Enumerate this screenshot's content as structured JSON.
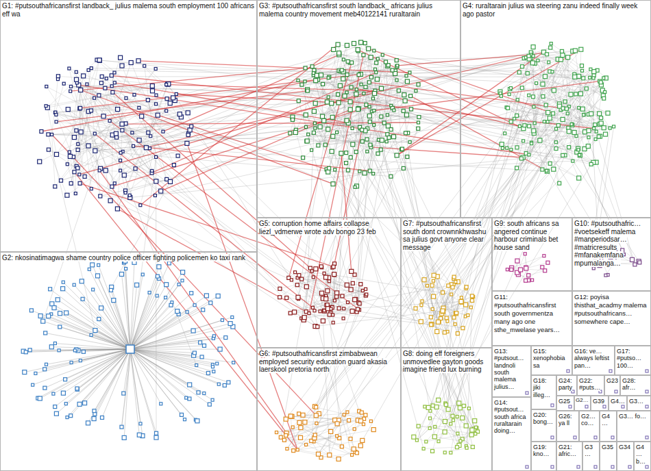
{
  "diagram": {
    "nodes": [
      {
        "text": [
          "G1: #putsouthafricansfirst landback_ julius malema south employment 100 africans eff wa"
        ]
      },
      {
        "text": [
          "G3: #putsouthafricansfirst south landback_ africans julius malema country movement meb40122141 ruraltarain"
        ]
      },
      {
        "text": [
          "G4: ruraltarain julius wa steering zanu indeed finally week ago pastor"
        ]
      },
      {
        "text": [
          "G2: nkosinatimagwa shame country police officer fighting policemen ko taxi rank"
        ]
      },
      {
        "text": [
          "G5: corruption home affairs collapse liezl_vdmerwe wrote adv bongo 23 feb"
        ]
      },
      {
        "text": [
          "G7: #putsouthafricansfirst south dont crownnkhwashu sa julius govt anyone clear message"
        ]
      },
      {
        "text": [
          "G9: south africans sa angered continue harbour criminals bet house sand"
        ]
      },
      {
        "text": [
          "G10: #putsouthafric… #voetsekeff malema #manperiodsar… #matricresults #mfanakemfana mpumalanga…"
        ]
      },
      {
        "text": [
          "G11: #putsouthafricansfirst south governmentza many ago one sthe_mwelase years…"
        ]
      },
      {
        "text": [
          "G12: poyisa thisthat_acadmy malema #putsouthafricans… somewhere cape…"
        ]
      },
      {
        "text": [
          "G6: #putsouthafricansfirst zimbabwean employed security education guard akasia laerskool pretoria north"
        ]
      },
      {
        "text": [
          "G8: doing eff foreigners unmovedlee gayton goods imagine friend lux burning"
        ]
      },
      {
        "text": [
          "G13: #putsout… landnoli south malema julius…"
        ]
      },
      {
        "text": [
          "G15: xenophobia sa"
        ]
      },
      {
        "text": [
          "G16: ve… always leftist pan…"
        ]
      },
      {
        "text": [
          "G17: #putso… 100…"
        ]
      },
      {
        "text": [
          "G14: #putsout… south africa ruraltarain doing…"
        ]
      },
      {
        "text": [
          "G18: jiki illeg…"
        ]
      },
      {
        "text": [
          "G24: party"
        ]
      },
      {
        "text": [
          "G22: #puts…"
        ]
      },
      {
        "text": [
          "G23"
        ]
      },
      {
        "text": [
          "G28: afr…"
        ]
      },
      {
        "text": [
          "G25"
        ]
      },
      {
        "text": [
          "G2…"
        ]
      },
      {
        "text": [
          "G39"
        ]
      },
      {
        "text": [
          "G4…"
        ]
      },
      {
        "text": [
          "G3…"
        ]
      },
      {
        "text": [
          "G20: bong…"
        ]
      },
      {
        "text": [
          "G26: ya ll"
        ]
      },
      {
        "text": [
          "G2… co…"
        ]
      },
      {
        "text": [
          "G4…"
        ]
      },
      {
        "text": [
          "G3… fo…"
        ]
      },
      {
        "text": [
          "G19: kno…"
        ]
      },
      {
        "text": [
          "G21: afric…"
        ]
      },
      {
        "text": [
          "G3…"
        ]
      },
      {
        "text": [
          "G35"
        ]
      },
      {
        "text": [
          "G34"
        ]
      },
      {
        "text": [
          "G4… b…"
        ]
      }
    ]
  }
}
